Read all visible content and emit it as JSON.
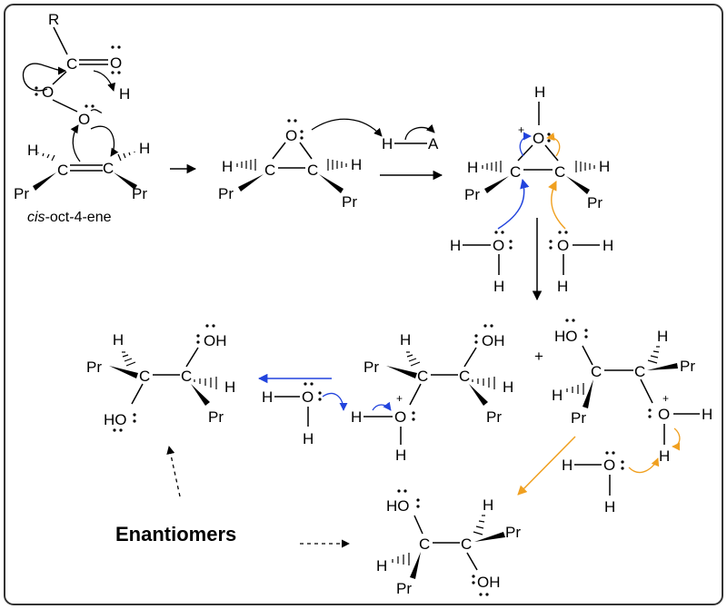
{
  "colors": {
    "blue": "#2244dd",
    "orange": "#f0a020",
    "black": "#000000",
    "frame": "#333333"
  },
  "reactant": {
    "peracid_R": "R",
    "peracid_C": "C",
    "peracid_O_carbonyl": "O",
    "peracid_O_single": "O",
    "peracid_H": "H",
    "peracid_O_peroxy": "O",
    "alkene_H_left": "H",
    "alkene_H_right": "H",
    "alkene_C_left": "C",
    "alkene_C_right": "C",
    "alkene_Pr_left": "Pr",
    "alkene_Pr_right": "Pr",
    "name_prefix": "cis",
    "name_rest": "-oct-4-ene"
  },
  "epoxide": {
    "O": "O",
    "C_left": "C",
    "C_right": "C",
    "H_left": "H",
    "H_right": "H",
    "Pr_left": "Pr",
    "Pr_right": "Pr",
    "acid_H": "H",
    "acid_A": "A"
  },
  "protonated_epoxide": {
    "H_top": "H",
    "plus": "+",
    "O": "O",
    "C_left": "C",
    "C_right": "C",
    "H_left": "H",
    "H_right": "H",
    "Pr_left": "Pr",
    "Pr_right": "Pr",
    "water_left_H1": "H",
    "water_left_O": "O",
    "water_left_H2": "H",
    "water_right_O": "O",
    "water_right_H1": "H",
    "water_right_H2": "H"
  },
  "diol_product": {
    "Pr_left": "Pr",
    "C_left": "C",
    "H_left": "H",
    "HO_left": "HO",
    "OH_right": "OH",
    "C_right": "C",
    "H_right": "H",
    "Pr_right": "Pr"
  },
  "water_deprot": {
    "H1": "H",
    "O": "O",
    "H2": "H"
  },
  "oxonium_left": {
    "H_top": "H",
    "Pr_left": "Pr",
    "C_left": "C",
    "OH_right": "OH",
    "C_right": "C",
    "H_right": "H",
    "Pr_right": "Pr",
    "H_O": "H",
    "plus": "+",
    "O": "O",
    "H_bottom": "H"
  },
  "plus_sign": "+",
  "oxonium_right": {
    "HO_left": "HO",
    "H_top": "H",
    "C_left": "C",
    "C_right": "C",
    "Pr_top_right": "Pr",
    "H_left": "H",
    "Pr_bottom": "Pr",
    "plus": "+",
    "O": "O",
    "H_O_right": "H",
    "H_O_bottom": "H"
  },
  "water_right_deprot": {
    "H1": "H",
    "O": "O",
    "H2": "H"
  },
  "enantiomers_label": "Enantiomers",
  "diol_bottom": {
    "HO_left": "HO",
    "H_top": "H",
    "C_left": "C",
    "C_right": "C",
    "Pr_right": "Pr",
    "H_left": "H",
    "Pr_bottom": "Pr",
    "OH_bottom": "OH"
  }
}
